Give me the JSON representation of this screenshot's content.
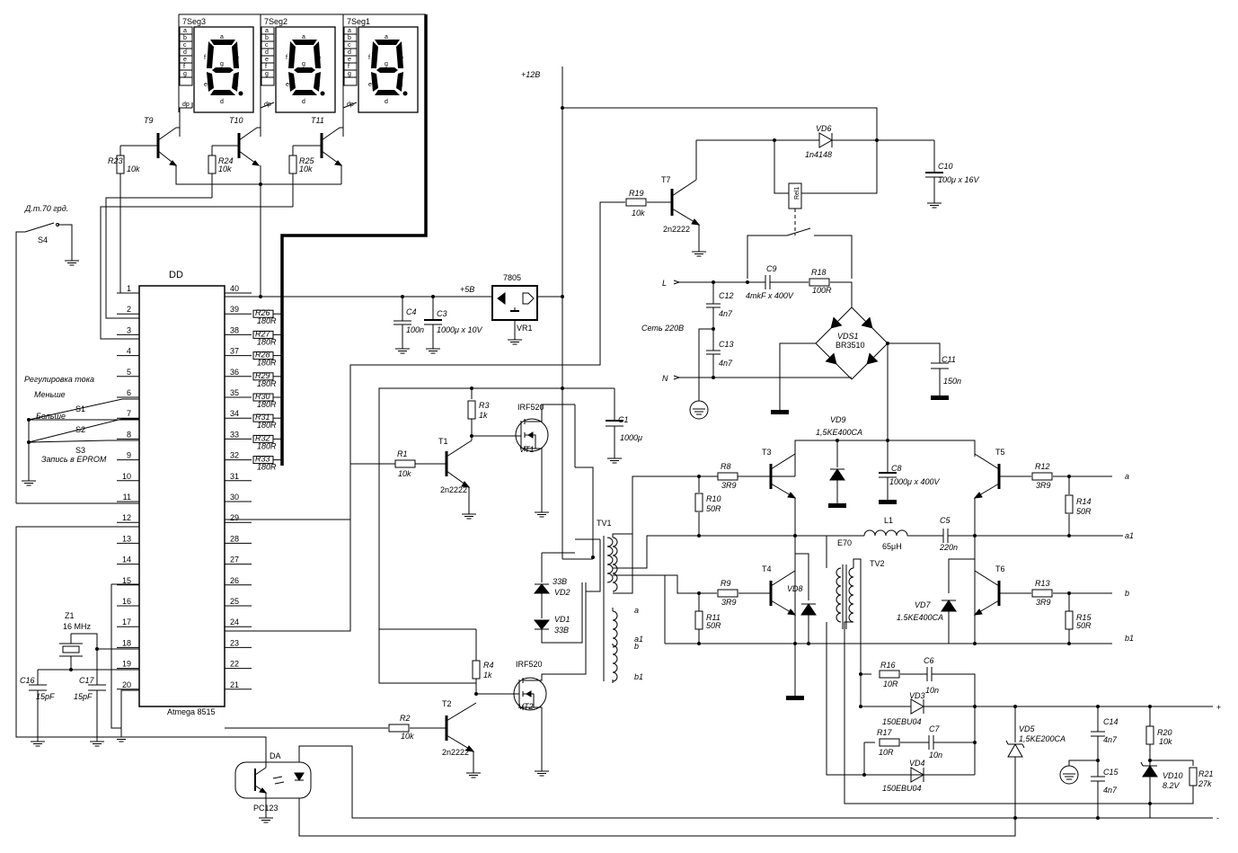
{
  "mcu": {
    "name": "DD",
    "part": "Atmega 8515",
    "left_pins": [
      "1",
      "2",
      "3",
      "4",
      "5",
      "6",
      "7",
      "8",
      "9",
      "10",
      "11",
      "12",
      "13",
      "14",
      "15",
      "16",
      "17",
      "18",
      "19",
      "20"
    ],
    "right_pins": [
      "40",
      "39",
      "38",
      "37",
      "36",
      "35",
      "34",
      "33",
      "32",
      "31",
      "30",
      "29",
      "28",
      "27",
      "26",
      "25",
      "24",
      "23",
      "22",
      "21"
    ]
  },
  "displays": [
    {
      "name": "7Seg3",
      "segments": [
        "a",
        "b",
        "c",
        "d",
        "e",
        "f",
        "g"
      ],
      "dp": "dp"
    },
    {
      "name": "7Seg2",
      "segments": [
        "a",
        "b",
        "c",
        "d",
        "e",
        "f",
        "g"
      ],
      "dp": "dp"
    },
    {
      "name": "7Seg1",
      "segments": [
        "a",
        "b",
        "c",
        "d",
        "e",
        "f",
        "g"
      ],
      "dp": "dp"
    }
  ],
  "segment_resistors": [
    {
      "ref": "R26",
      "val": "180R"
    },
    {
      "ref": "R27",
      "val": "180R"
    },
    {
      "ref": "R28",
      "val": "180R"
    },
    {
      "ref": "R29",
      "val": "180R"
    },
    {
      "ref": "R30",
      "val": "180R"
    },
    {
      "ref": "R31",
      "val": "180R"
    },
    {
      "ref": "R32",
      "val": "180R"
    },
    {
      "ref": "R33",
      "val": "180R"
    }
  ],
  "digit_drivers": [
    {
      "t": "T9",
      "r": "R23",
      "rv": "10k"
    },
    {
      "t": "T10",
      "r": "R24",
      "rv": "10k"
    },
    {
      "t": "T11",
      "r": "R25",
      "rv": "10k"
    }
  ],
  "labels": {
    "temp_switch": "Д.т.70 грд.",
    "s4": "S4",
    "current_adj": "Регулировка тока",
    "less": "Меньше",
    "s1": "S1",
    "more": "Больше",
    "s2": "S2",
    "s3": "S3",
    "eprom": "Запись в EPROM",
    "crystal": "Z1",
    "crystal_val": "16 MHz",
    "c16": "C16",
    "c16v": "15pF",
    "c17": "C17",
    "c17v": "15pF",
    "plus12": "+12В",
    "plus5": "+5В",
    "reg": "7805",
    "vr1": "VR1",
    "c4": "C4",
    "c4v": "100n",
    "c3": "C3",
    "c3v": "1000μ x 10V",
    "r19": "R19",
    "r19v": "10k",
    "t7": "T7",
    "t7v": "2n2222",
    "vd6": "VD6",
    "vd6v": "1n4148",
    "c10": "C10",
    "c10v": "100μ x 16V",
    "rel": "Rel1",
    "l": "L",
    "n": "N",
    "mains": "Сеть 220В",
    "c9": "C9",
    "c9v": "4mkF x 400V",
    "r18": "R18",
    "r18v": "100R",
    "c12": "C12",
    "c12v": "4n7",
    "c13": "C13",
    "c13v": "4n7",
    "vds1": "VDS1",
    "vds1v": "BR3510",
    "c11": "C11",
    "c11v": "150n",
    "r3": "R3",
    "r3v": "1k",
    "vt1": "IRF520",
    "vt1r": "VT1",
    "c1": "C1",
    "c1v": "1000μ",
    "r1": "R1",
    "r1v": "10k",
    "t1": "T1",
    "t1v": "2n2222",
    "vd2": "33В",
    "vd2r": "VD2",
    "vd1": "VD1",
    "vd1v": "33В",
    "tv1": "TV1",
    "ta": "a",
    "ta1": "a1",
    "tb": "b",
    "tb1": "b1",
    "r4": "R4",
    "r4v": "1k",
    "vt2": "IRF520",
    "vt2r": "VT2",
    "r2": "R2",
    "r2v": "10k",
    "t2": "T2",
    "t2v": "2n2222",
    "da": "DA",
    "dav": "PC123",
    "vd9": "VD9",
    "vd9v": "1,5KE400CA",
    "c8": "C8",
    "c8v": "1000μ x 400V",
    "t3": "T3",
    "t4": "T4",
    "t5": "T5",
    "t6": "T6",
    "r8": "R8",
    "r8v": "3R9",
    "r9": "R9",
    "r9v": "3R9",
    "r10": "R10",
    "r10v": "50R",
    "r11": "R11",
    "r11v": "50R",
    "vd8": "VD8",
    "l1": "L1",
    "l1v": "65μH",
    "c5": "C5",
    "c5v": "220n",
    "e70": "E70",
    "tv2": "TV2",
    "r12": "R12",
    "r12v": "3R9",
    "r13": "R13",
    "r13v": "3R9",
    "r14": "R14",
    "r14v": "50R",
    "r15": "R15",
    "r15v": "50R",
    "vd7": "VD7",
    "vd7v": "1.5KE400CA",
    "oa": "a",
    "oa1": "a1",
    "ob": "b",
    "ob1": "b1",
    "r16": "R16",
    "r16v": "10R",
    "c6": "C6",
    "c6v": "10n",
    "vd3": "VD3",
    "vd3v": "150EBU04",
    "r17": "R17",
    "r17v": "10R",
    "c7": "C7",
    "c7v": "10n",
    "vd4": "VD4",
    "vd4v": "150EBU04",
    "vd5": "VD5",
    "vd5v": "1,5KE200CA",
    "c14": "C14",
    "c14v": "4n7",
    "c15": "C15",
    "c15v": "4n7",
    "r20": "R20",
    "r20v": "10k",
    "vd10": "VD10",
    "vd10v": "8.2V",
    "r21": "R21",
    "r21v": "27k",
    "plus": "+",
    "minus": "-"
  }
}
